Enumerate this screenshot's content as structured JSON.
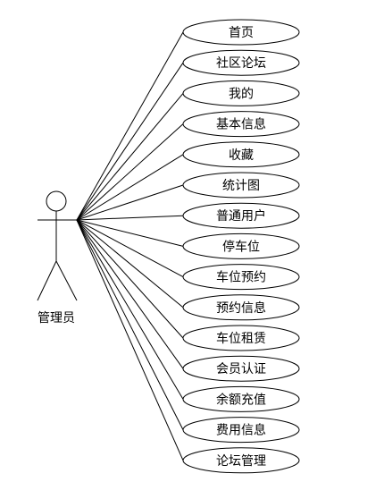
{
  "actor": {
    "label": "管理员"
  },
  "use_cases": [
    {
      "label": "首页"
    },
    {
      "label": "社区论坛"
    },
    {
      "label": "我的"
    },
    {
      "label": "基本信息"
    },
    {
      "label": "收藏"
    },
    {
      "label": "统计图"
    },
    {
      "label": "普通用户"
    },
    {
      "label": "停车位"
    },
    {
      "label": "车位预约"
    },
    {
      "label": "预约信息"
    },
    {
      "label": "车位租赁"
    },
    {
      "label": "会员认证"
    },
    {
      "label": "余额充值"
    },
    {
      "label": "费用信息"
    },
    {
      "label": "论坛管理"
    }
  ]
}
